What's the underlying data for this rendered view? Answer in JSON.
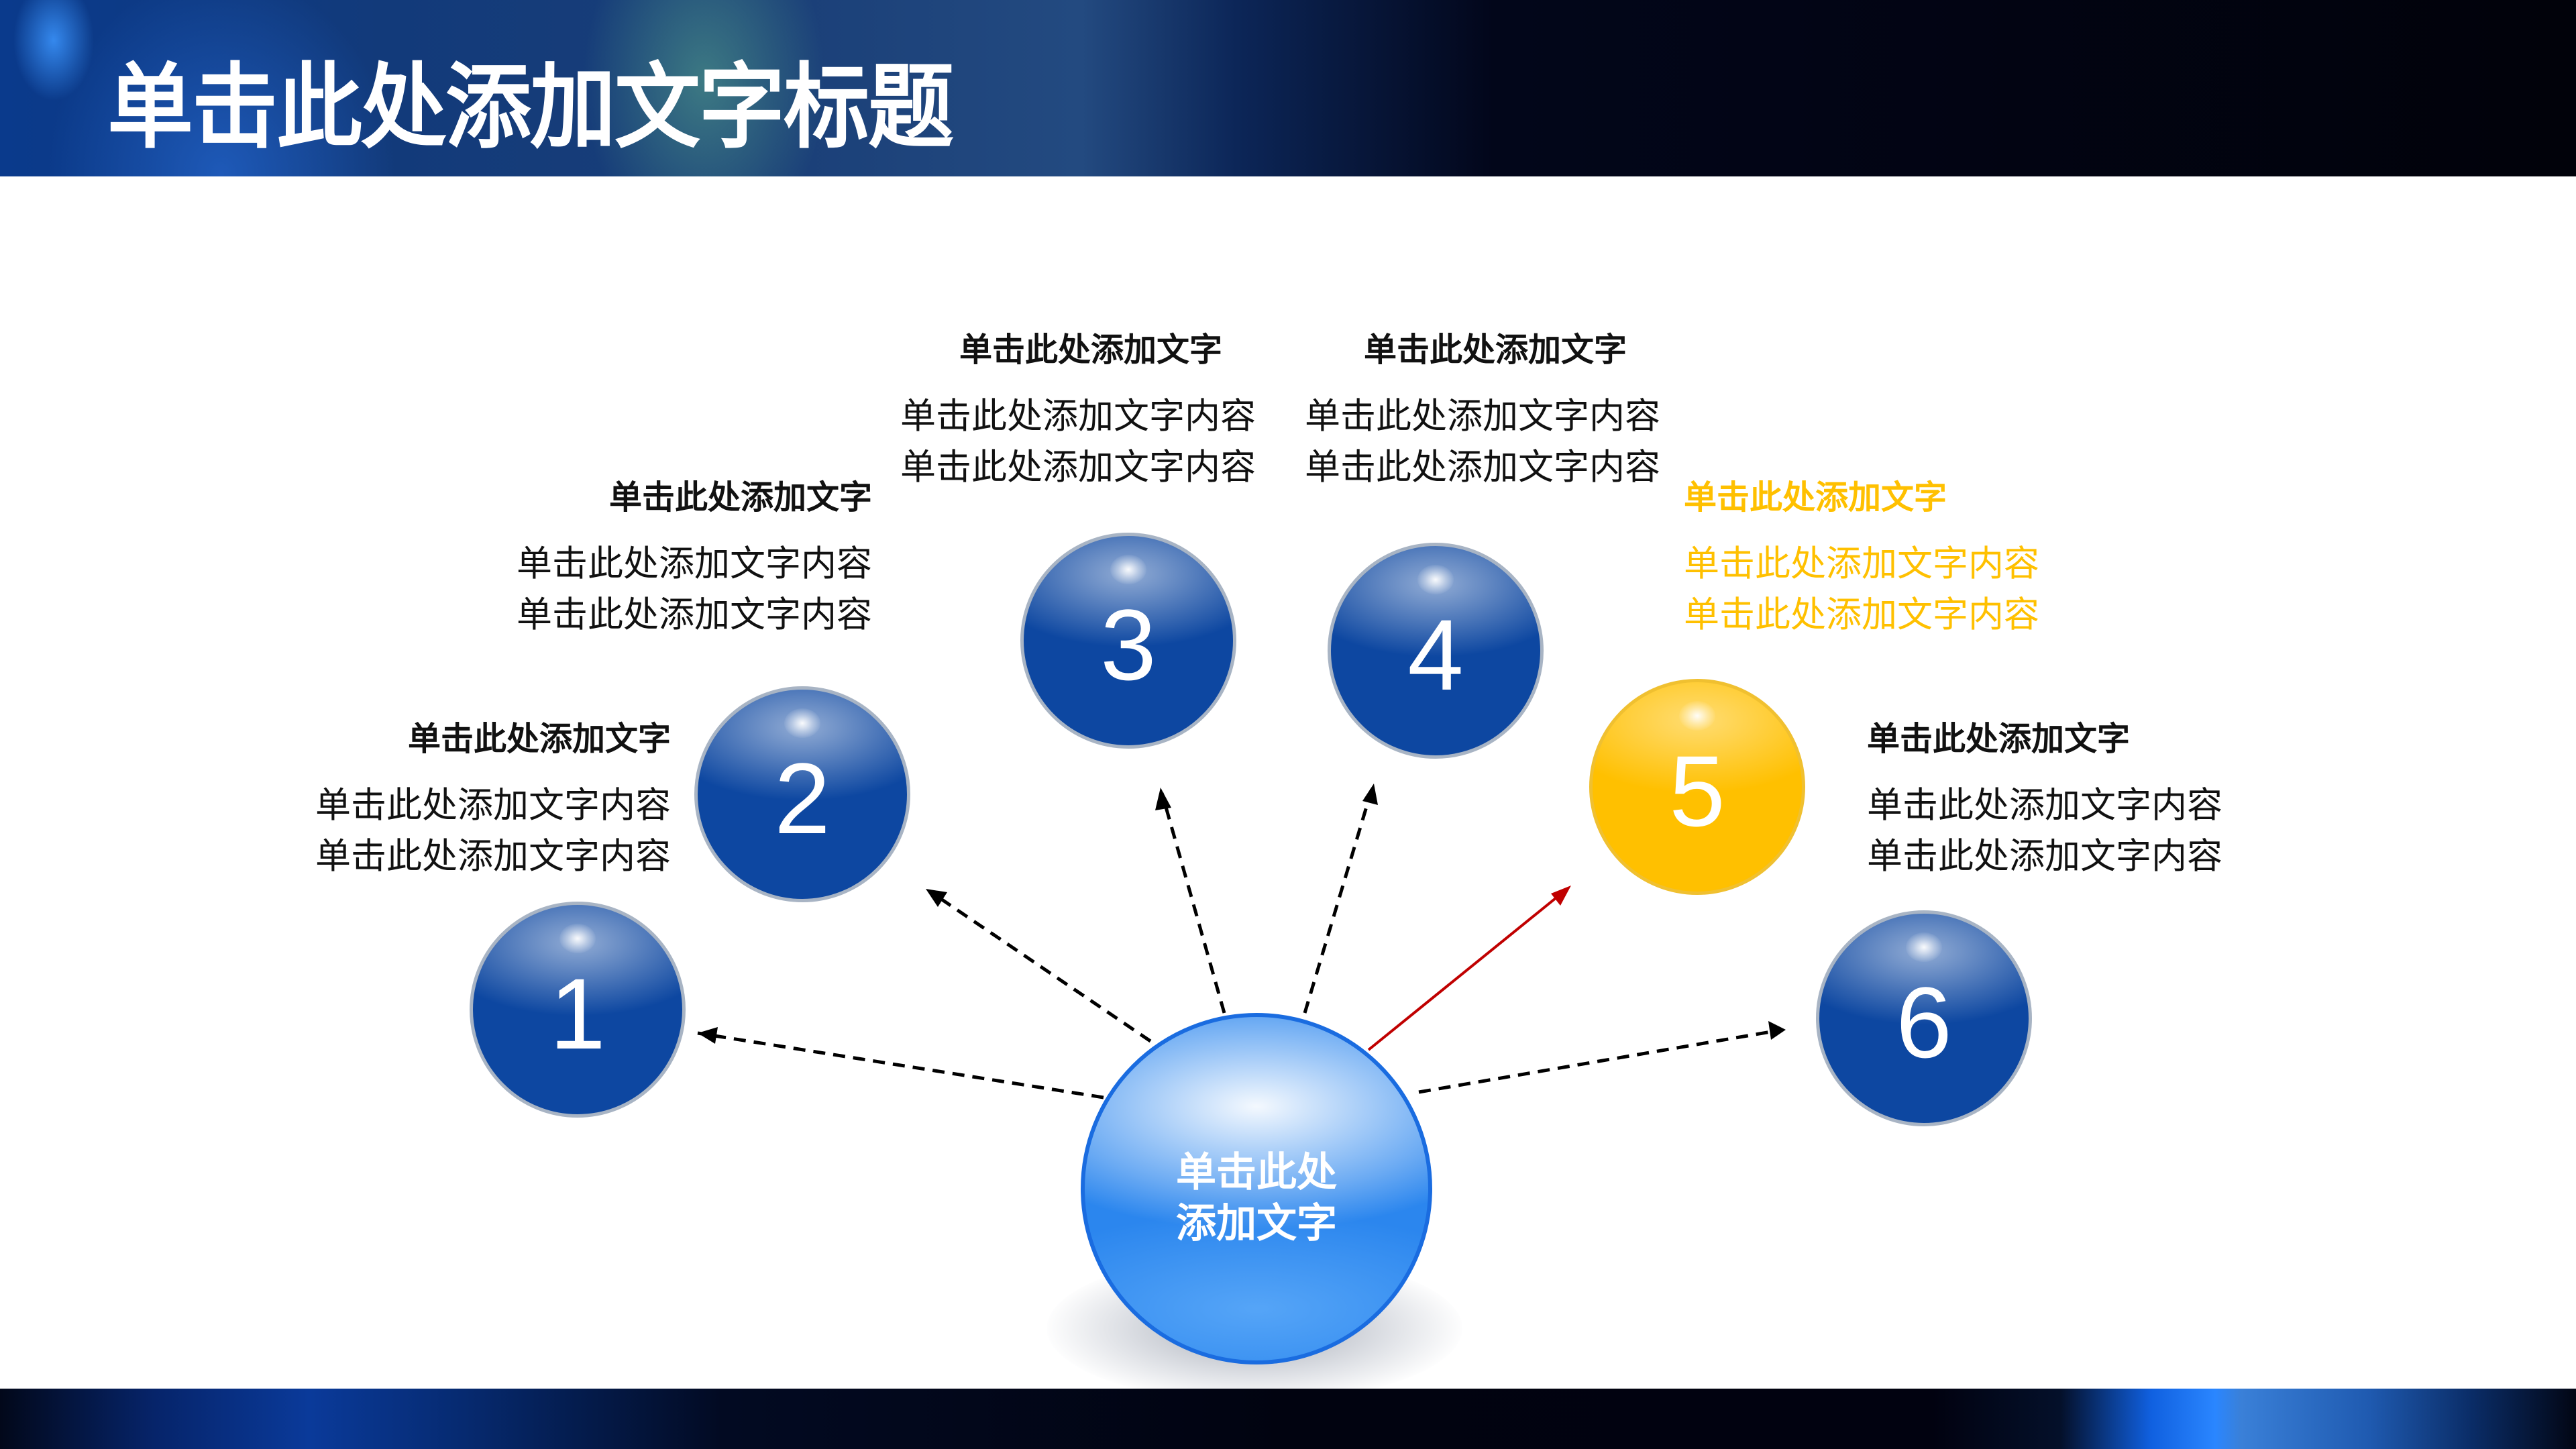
{
  "slide": {
    "title": "单击此处添加文字标题",
    "accent_color": "#0d47a1",
    "highlight_color": "#ffc000",
    "center_color": "#2b86ee",
    "arrow_highlight_color": "#c00000"
  },
  "center": {
    "line1": "单击此处",
    "line2": "添加文字"
  },
  "items": [
    {
      "number": "1",
      "heading": "单击此处添加文字",
      "line1": "单击此处添加文字内容",
      "line2": "单击此处添加文字内容",
      "highlighted": false
    },
    {
      "number": "2",
      "heading": "单击此处添加文字",
      "line1": "单击此处添加文字内容",
      "line2": "单击此处添加文字内容",
      "highlighted": false
    },
    {
      "number": "3",
      "heading": "单击此处添加文字",
      "line1": "单击此处添加文字内容",
      "line2": "单击此处添加文字内容",
      "highlighted": false
    },
    {
      "number": "4",
      "heading": "单击此处添加文字",
      "line1": "单击此处添加文字内容",
      "line2": "单击此处添加文字内容",
      "highlighted": false
    },
    {
      "number": "5",
      "heading": "单击此处添加文字",
      "line1": "单击此处添加文字内容",
      "line2": "单击此处添加文字内容",
      "highlighted": true
    },
    {
      "number": "6",
      "heading": "单击此处添加文字",
      "line1": "单击此处添加文字内容",
      "line2": "单击此处添加文字内容",
      "highlighted": false
    }
  ]
}
